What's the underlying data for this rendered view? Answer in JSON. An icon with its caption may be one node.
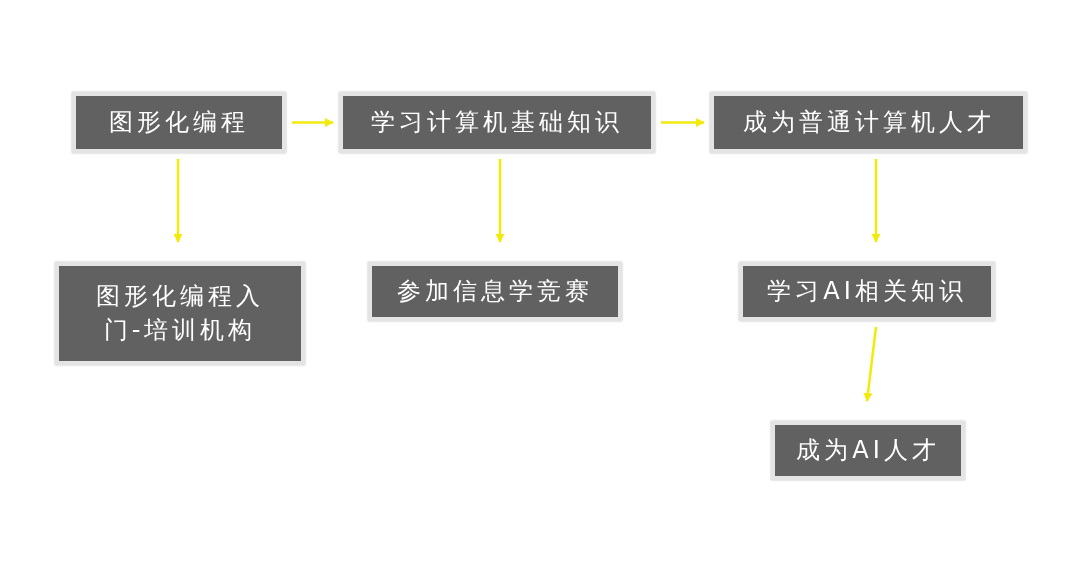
{
  "diagram": {
    "nodes": [
      {
        "text": [
          "图形化编程"
        ]
      },
      {
        "text": [
          "学习计算机基础知识"
        ]
      },
      {
        "text": [
          "成为普通计算机人才"
        ]
      },
      {
        "text": [
          "图形化编程入门-培训机构"
        ]
      },
      {
        "text": [
          "参加信息学竞赛"
        ]
      },
      {
        "text": [
          "学习AI相关知识"
        ]
      },
      {
        "text": [
          "成为AI人才"
        ]
      }
    ],
    "edges": [
      {
        "from": 0,
        "to": 1,
        "arrow": "to"
      },
      {
        "from": 1,
        "to": 2,
        "arrow": "to"
      },
      {
        "from": 0,
        "to": 3,
        "arrow": "to"
      },
      {
        "from": 1,
        "to": 4,
        "arrow": "to"
      },
      {
        "from": 2,
        "to": 5,
        "arrow": "to"
      },
      {
        "from": 5,
        "to": 6,
        "arrow": "to"
      }
    ]
  }
}
